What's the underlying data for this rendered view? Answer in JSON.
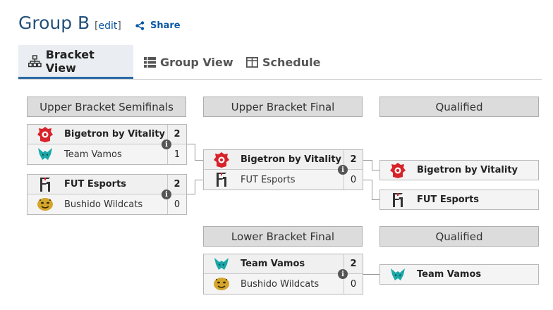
{
  "header": {
    "title": "Group B",
    "edit_open": "[",
    "edit_label": "edit",
    "edit_close": "]",
    "share_label": "Share"
  },
  "tabs": [
    {
      "label": "Bracket View",
      "icon": "bracket-icon",
      "active": true
    },
    {
      "label": "Group View",
      "icon": "list-icon",
      "active": false
    },
    {
      "label": "Schedule",
      "icon": "calendar-grid-icon",
      "active": false
    }
  ],
  "bracket": {
    "rounds": {
      "ub_semis": "Upper Bracket Semifinals",
      "ub_final": "Upper Bracket Final",
      "qualified_1": "Qualified",
      "lb_final": "Lower Bracket Final",
      "qualified_2": "Qualified"
    },
    "matches": {
      "ubs1": {
        "team1": {
          "name": "Bigetron by Vitality",
          "score": "2",
          "logo": "bigetron-logo"
        },
        "team2": {
          "name": "Team Vamos",
          "score": "1",
          "logo": "team-vamos-logo"
        }
      },
      "ubs2": {
        "team1": {
          "name": "FUT Esports",
          "score": "2",
          "logo": "fut-esports-logo"
        },
        "team2": {
          "name": "Bushido Wildcats",
          "score": "0",
          "logo": "bushido-wildcats-logo"
        }
      },
      "ubf": {
        "team1": {
          "name": "Bigetron by Vitality",
          "score": "2",
          "logo": "bigetron-logo"
        },
        "team2": {
          "name": "FUT Esports",
          "score": "0",
          "logo": "fut-esports-logo"
        }
      },
      "lbf": {
        "team1": {
          "name": "Team Vamos",
          "score": "2",
          "logo": "team-vamos-logo"
        },
        "team2": {
          "name": "Bushido Wildcats",
          "score": "0",
          "logo": "bushido-wildcats-logo"
        }
      }
    },
    "qualified": {
      "q1": "Bigetron by Vitality",
      "q2": "FUT Esports",
      "q3": "Team Vamos"
    },
    "info_glyph": "i"
  },
  "colors": {
    "title": "#22507a",
    "link": "#0b57a4",
    "active_tab_underline": "#2a6aa8",
    "round_header_bg": "#dcdcdc",
    "bigetron_red": "#d8232a",
    "vamos_teal": "#1aa7a7",
    "bushido_gold": "#d4a52b"
  }
}
